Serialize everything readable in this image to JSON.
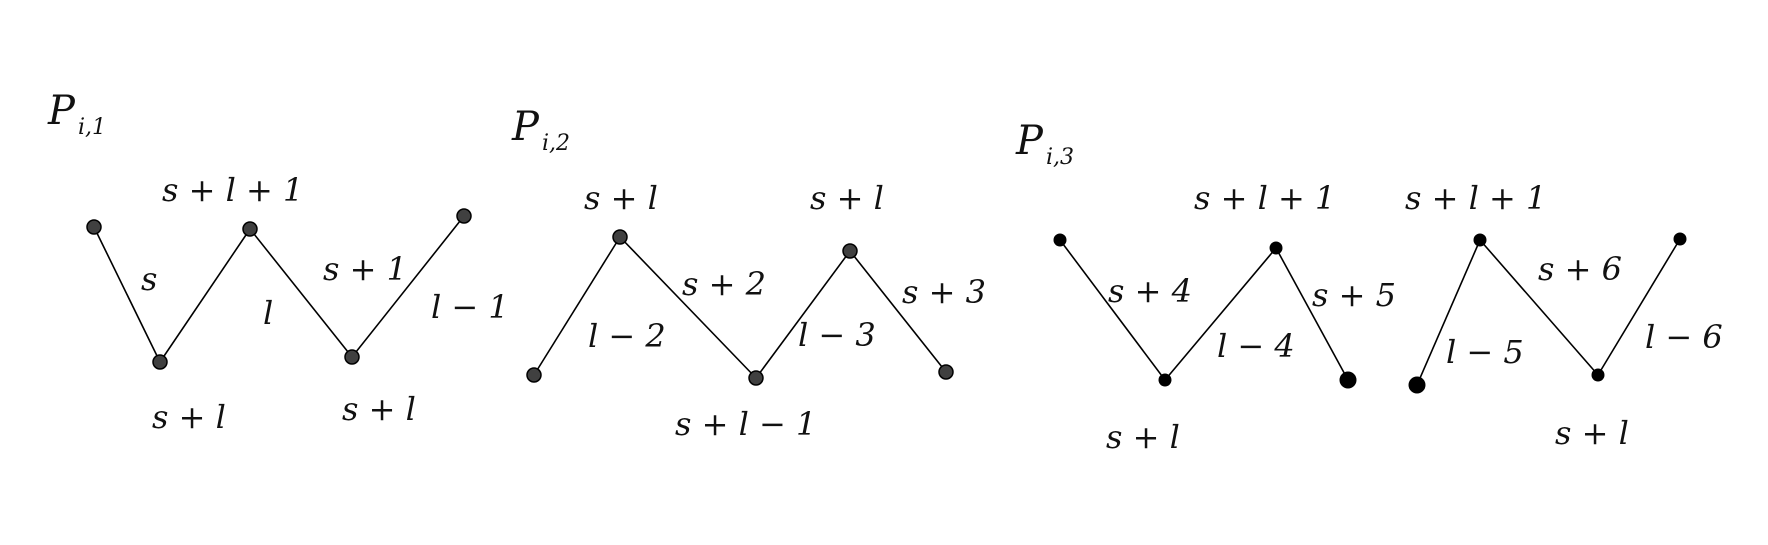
{
  "panels": [
    {
      "title": "P",
      "title_subscript": "i,1",
      "node_style": "gray",
      "vertex_labels": [
        "s + l + 1",
        "s + l",
        "s + l"
      ],
      "edge_labels": [
        "s",
        "l",
        "s + 1",
        "l − 1"
      ]
    },
    {
      "title": "P",
      "title_subscript": "i,2",
      "node_style": "gray",
      "vertex_labels": [
        "s + l",
        "s + l",
        "s + l − 1"
      ],
      "edge_labels": [
        "l − 2",
        "s + 2",
        "l − 3",
        "s + 3"
      ]
    },
    {
      "title": "P",
      "title_subscript": "i,3",
      "node_style": "black",
      "vertex_labels": [
        "s + l + 1",
        "s + l",
        "s + l + 1",
        "s + l"
      ],
      "edge_labels": [
        "s + 4",
        "l − 4",
        "s + 5",
        "l − 5",
        "s + 6",
        "l − 6"
      ]
    }
  ]
}
